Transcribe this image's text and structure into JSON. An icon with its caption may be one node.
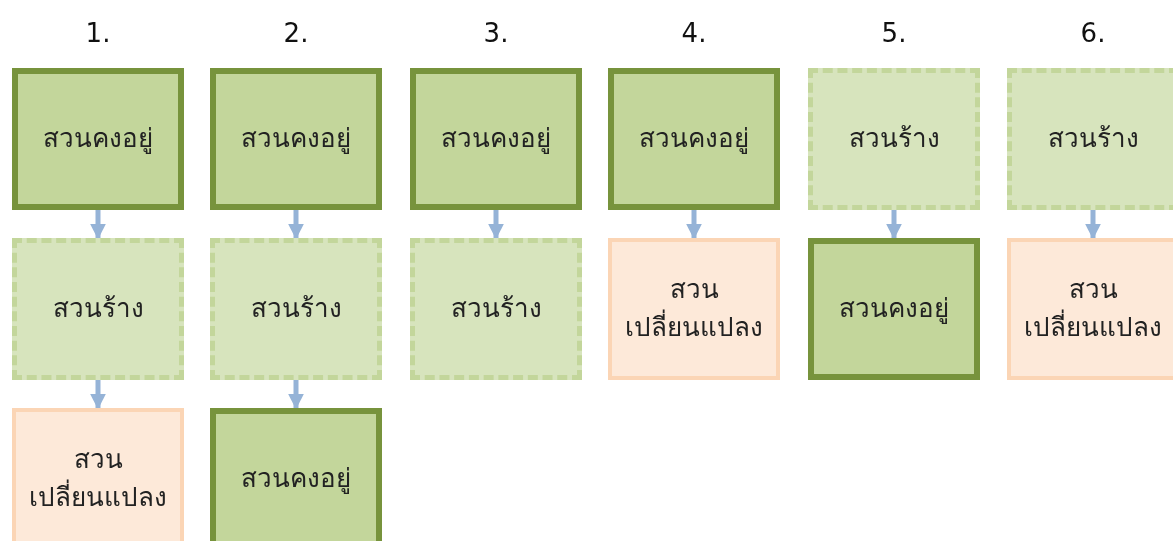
{
  "diagram": {
    "nodes": [
      {
        "text": [
          "สวนคงอยู่"
        ]
      },
      {
        "text": [
          "สวนร้าง"
        ]
      },
      {
        "text": [
          "สวนเปลี่ยนแปลง"
        ]
      },
      {
        "text": [
          "สวนคงอยู่"
        ]
      },
      {
        "text": [
          "สวนร้าง"
        ]
      },
      {
        "text": [
          "สวนคงอยู่"
        ]
      },
      {
        "text": [
          "สวนคงอยู่"
        ]
      },
      {
        "text": [
          "สวนร้าง"
        ]
      },
      {
        "text": [
          "สวนคงอยู่"
        ]
      },
      {
        "text": [
          "สวนเปลี่ยนแปลง"
        ]
      },
      {
        "text": [
          "สวนร้าง"
        ]
      },
      {
        "text": [
          "สวนคงอยู่"
        ]
      },
      {
        "text": [
          "สวนร้าง"
        ]
      },
      {
        "text": [
          "สวนเปลี่ยนแปลง"
        ]
      }
    ],
    "edges": [
      {
        "from": 0,
        "to": 1,
        "arrow": "to"
      },
      {
        "from": 1,
        "to": 2,
        "arrow": "to"
      },
      {
        "from": 3,
        "to": 4,
        "arrow": "to"
      },
      {
        "from": 4,
        "to": 5,
        "arrow": "to"
      },
      {
        "from": 6,
        "to": 7,
        "arrow": "to"
      },
      {
        "from": 8,
        "to": 9,
        "arrow": "to"
      },
      {
        "from": 10,
        "to": 11,
        "arrow": "to"
      },
      {
        "from": 12,
        "to": 13,
        "arrow": "to"
      }
    ],
    "labels": [
      "1.",
      "2.",
      "3.",
      "4.",
      "5.",
      "6."
    ]
  }
}
